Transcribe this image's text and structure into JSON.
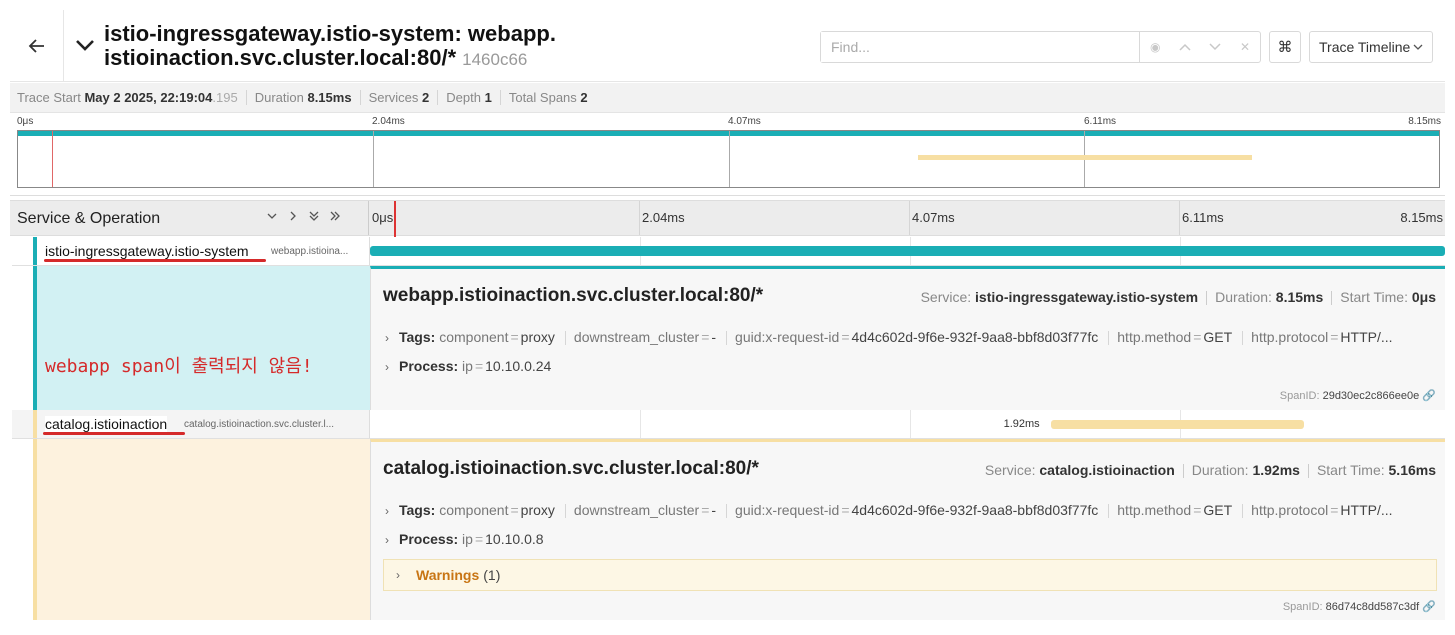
{
  "header": {
    "back_icon": "arrow-left-icon",
    "title": "istio-ingressgateway.istio-system: webapp.istioinaction.svc.cluster.local:80/*",
    "trace_id": "1460c66",
    "find_placeholder": "Find...",
    "keyboard_icon": "⌘",
    "view_label": "Trace Timeline"
  },
  "summary": {
    "trace_start_label": "Trace Start",
    "trace_start_value": "May 2 2025, 22:19:04",
    "trace_start_ms": ".195",
    "duration_label": "Duration",
    "duration_value": "8.15ms",
    "services_label": "Services",
    "services_value": "2",
    "depth_label": "Depth",
    "depth_value": "1",
    "spans_label": "Total Spans",
    "spans_value": "2"
  },
  "ticks": [
    "0μs",
    "2.04ms",
    "4.07ms",
    "6.11ms",
    "8.15ms"
  ],
  "timeline": {
    "column_title": "Service & Operation",
    "total_ms": 8.15
  },
  "spans": [
    {
      "service": "istio-ingressgateway.istio-system",
      "operation": "webapp.istioinaction.svc.cluster.local:80/*",
      "operation_short": "webapp.istioina...",
      "start_ms": 0,
      "duration_ms": 8.15,
      "duration_label": "",
      "color": "#1aaeb5",
      "detail": {
        "service_label": "Service:",
        "duration_label": "Duration:",
        "duration": "8.15ms",
        "start_label": "Start Time:",
        "start": "0μs",
        "tags_label": "Tags:",
        "tags": [
          {
            "k": "component",
            "v": "proxy"
          },
          {
            "k": "downstream_cluster",
            "v": "-"
          },
          {
            "k": "guid:x-request-id",
            "v": "4d4c602d-9f6e-932f-9aa8-bbf8d03f77fc"
          },
          {
            "k": "http.method",
            "v": "GET"
          },
          {
            "k": "http.protocol",
            "v": "HTTP/..."
          }
        ],
        "process_label": "Process:",
        "process": [
          {
            "k": "ip",
            "v": "10.10.0.24"
          }
        ],
        "spanid_label": "SpanID:",
        "spanid": "29d30ec2c866ee0e"
      }
    },
    {
      "service": "catalog.istioinaction",
      "operation": "catalog.istioinaction.svc.cluster.local:80/*",
      "operation_short": "catalog.istioinaction.svc.cluster.l...",
      "start_ms": 5.16,
      "duration_ms": 1.92,
      "duration_label": "1.92ms",
      "color": "#f7dfa3",
      "detail": {
        "service_label": "Service:",
        "duration_label": "Duration:",
        "duration": "1.92ms",
        "start_label": "Start Time:",
        "start": "5.16ms",
        "tags_label": "Tags:",
        "tags": [
          {
            "k": "component",
            "v": "proxy"
          },
          {
            "k": "downstream_cluster",
            "v": "-"
          },
          {
            "k": "guid:x-request-id",
            "v": "4d4c602d-9f6e-932f-9aa8-bbf8d03f77fc"
          },
          {
            "k": "http.method",
            "v": "GET"
          },
          {
            "k": "http.protocol",
            "v": "HTTP/..."
          }
        ],
        "process_label": "Process:",
        "process": [
          {
            "k": "ip",
            "v": "10.10.0.8"
          }
        ],
        "warnings_label": "Warnings",
        "warnings_count": "(1)",
        "spanid_label": "SpanID:",
        "spanid": "86d74c8dd587c3df"
      }
    }
  ],
  "annotation": "webapp span이 출력되지 않음!"
}
